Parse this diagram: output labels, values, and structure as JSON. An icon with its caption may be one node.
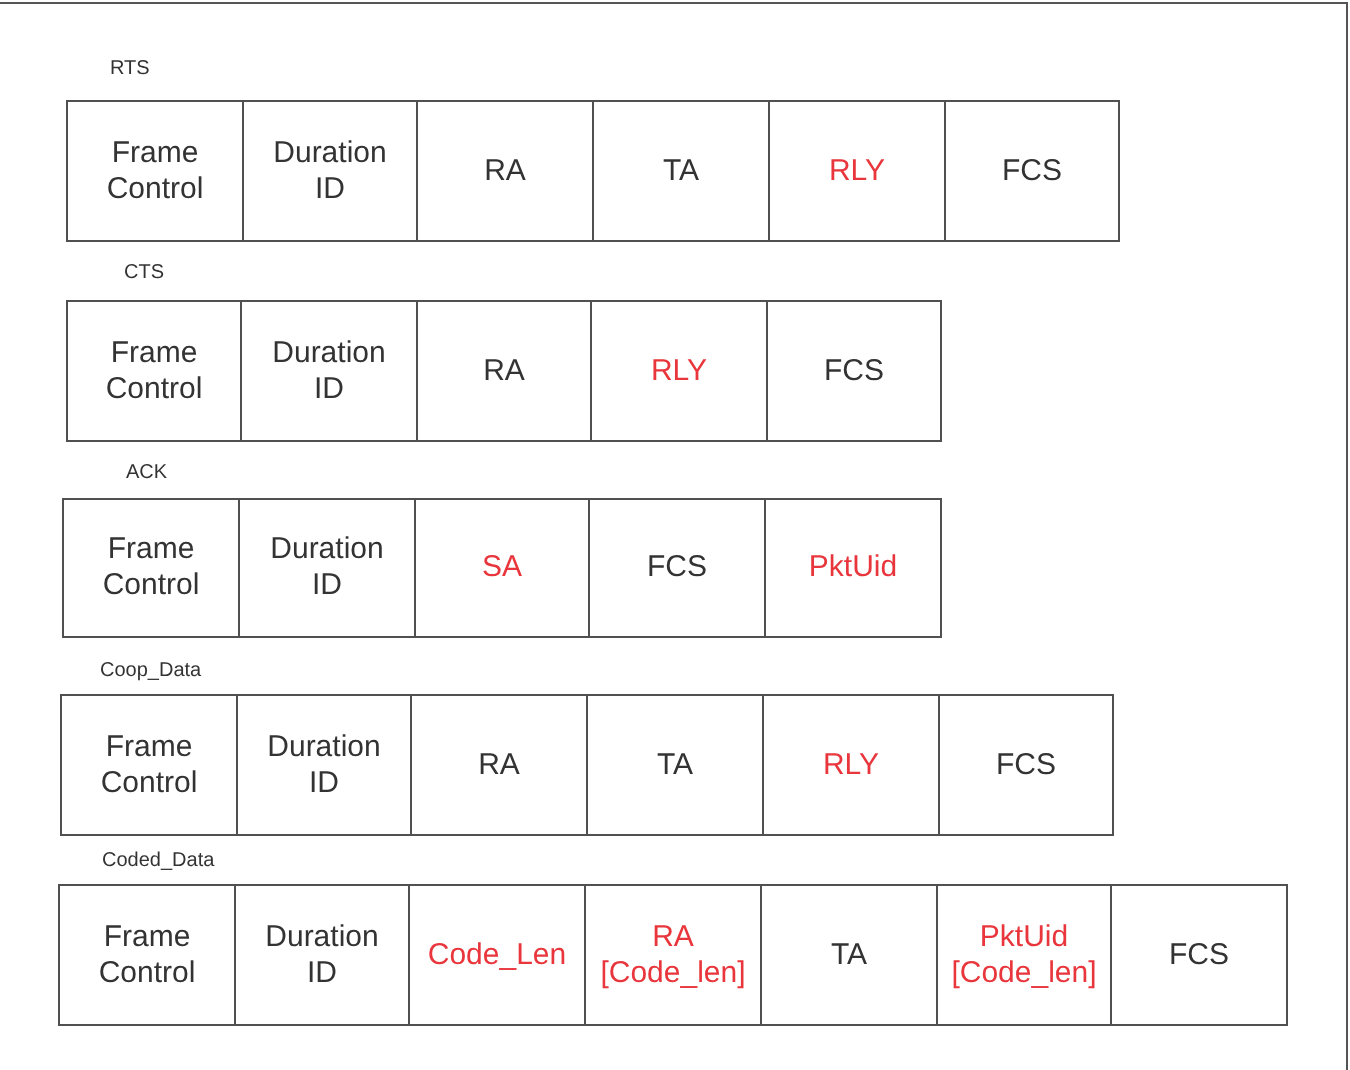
{
  "diagram": {
    "nodes": [
      {
        "text": [
          "Frame Control"
        ]
      },
      {
        "text": [
          "Duration ID"
        ]
      },
      {
        "text": [
          "RA"
        ]
      },
      {
        "text": [
          "TA"
        ]
      },
      {
        "text": [
          "RLY"
        ]
      },
      {
        "text": [
          "FCS"
        ]
      },
      {
        "text": [
          "Frame Control"
        ]
      },
      {
        "text": [
          "Duration ID"
        ]
      },
      {
        "text": [
          "RA"
        ]
      },
      {
        "text": [
          "RLY"
        ]
      },
      {
        "text": [
          "FCS"
        ]
      },
      {
        "text": [
          "Frame Control"
        ]
      },
      {
        "text": [
          "Duration ID"
        ]
      },
      {
        "text": [
          "SA"
        ]
      },
      {
        "text": [
          "FCS"
        ]
      },
      {
        "text": [
          "PktUid"
        ]
      },
      {
        "text": [
          "Frame Control"
        ]
      },
      {
        "text": [
          "Duration ID"
        ]
      },
      {
        "text": [
          "RA"
        ]
      },
      {
        "text": [
          "TA"
        ]
      },
      {
        "text": [
          "RLY"
        ]
      },
      {
        "text": [
          "FCS"
        ]
      },
      {
        "text": [
          "Frame Control"
        ]
      },
      {
        "text": [
          "Duration ID"
        ]
      },
      {
        "text": [
          "Code_Len"
        ]
      },
      {
        "text": [
          "RA [Code_len]"
        ]
      },
      {
        "text": [
          "TA"
        ]
      },
      {
        "text": [
          "PktUid [Code_len]"
        ]
      },
      {
        "text": [
          "FCS"
        ]
      }
    ],
    "labels": [
      "RTS",
      "CTS",
      "ACK",
      "Coop_Data",
      "Coded_Data"
    ]
  }
}
